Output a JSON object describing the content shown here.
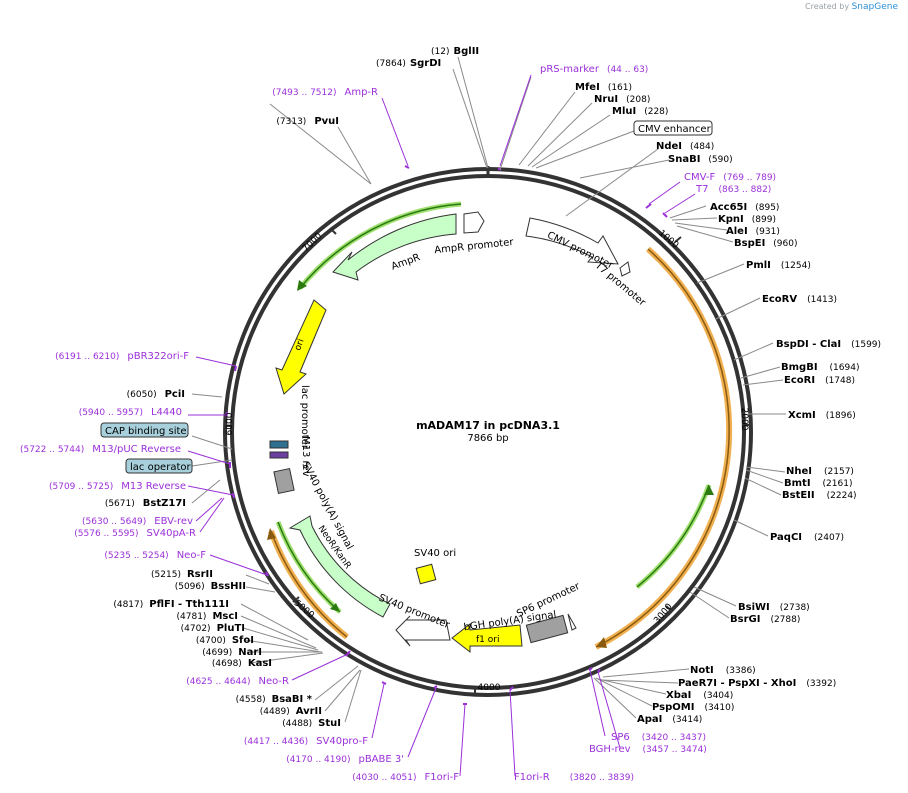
{
  "credit": {
    "prefix": "Created by",
    "brand": "SnapGene"
  },
  "title": "mADAM17 in pcDNA3.1",
  "length_label": "7866 bp",
  "total_bp": 7866,
  "colors": {
    "site": "#000000",
    "primer": "#9b30d9",
    "ring": "#333333",
    "orf_green": "#2a8a1a",
    "orf_orange": "#e8a030",
    "feature_fill": "#c8ffc8",
    "yellow": "#ffff00",
    "gray_box": "#a0a0a0",
    "teal_box": "#a8d0dc"
  },
  "ticks": [
    "1000",
    "2000",
    "3000",
    "4000",
    "5000",
    "6000",
    "7000"
  ],
  "left_labels": [
    {
      "coords": "(7493 .. 7512)",
      "name": "Amp-R",
      "kind": "primer"
    },
    {
      "coords": "(7313)",
      "name": "PvuI",
      "kind": "site"
    },
    {
      "coords": "(6191 .. 6210)",
      "name": "pBR322ori-F",
      "kind": "primer"
    },
    {
      "coords": "(6050)",
      "name": "PciI",
      "kind": "site"
    },
    {
      "coords": "(5940 .. 5957)",
      "name": "L4440",
      "kind": "primer"
    },
    {
      "coords": "",
      "name": "CAP binding site",
      "kind": "boxed"
    },
    {
      "coords": "(5722 .. 5744)",
      "name": "M13/pUC Reverse",
      "kind": "primer"
    },
    {
      "coords": "",
      "name": "lac operator",
      "kind": "boxed"
    },
    {
      "coords": "(5709 .. 5725)",
      "name": "M13 Reverse",
      "kind": "primer"
    },
    {
      "coords": "(5671)",
      "name": "BstZ17I",
      "kind": "site"
    },
    {
      "coords": "(5630 .. 5649)",
      "name": "EBV-rev",
      "kind": "primer"
    },
    {
      "coords": "(5576 .. 5595)",
      "name": "SV40pA-R",
      "kind": "primer"
    },
    {
      "coords": "(5235 .. 5254)",
      "name": "Neo-F",
      "kind": "primer"
    },
    {
      "coords": "(5215)",
      "name": "RsrII",
      "kind": "site"
    },
    {
      "coords": "(5096)",
      "name": "BssHII",
      "kind": "site"
    },
    {
      "coords": "(4817)",
      "name": "PflFI - Tth111I",
      "kind": "site"
    },
    {
      "coords": "(4781)",
      "name": "MscI",
      "kind": "site"
    },
    {
      "coords": "(4702)",
      "name": "PluTI",
      "kind": "site"
    },
    {
      "coords": "(4700)",
      "name": "SfoI",
      "kind": "site"
    },
    {
      "coords": "(4699)",
      "name": "NarI",
      "kind": "site"
    },
    {
      "coords": "(4698)",
      "name": "KasI",
      "kind": "site"
    },
    {
      "coords": "(4625 .. 4644)",
      "name": "Neo-R",
      "kind": "primer"
    },
    {
      "coords": "(4558)",
      "name": "BsaBI *",
      "kind": "site"
    },
    {
      "coords": "(4489)",
      "name": "AvrII",
      "kind": "site"
    },
    {
      "coords": "(4488)",
      "name": "StuI",
      "kind": "site"
    },
    {
      "coords": "(4417 .. 4436)",
      "name": "SV40pro-F",
      "kind": "primer"
    },
    {
      "coords": "(4170 .. 4190)",
      "name": "pBABE 3'",
      "kind": "primer"
    },
    {
      "coords": "(4030 .. 4051)",
      "name": "F1ori-F",
      "kind": "primer"
    }
  ],
  "right_labels": [
    {
      "coords": "(12)",
      "name": "BglII",
      "kind": "site"
    },
    {
      "coords": "(7864)",
      "name": "SgrDI",
      "kind": "site"
    },
    {
      "coords": "(44 .. 63)",
      "name": "pRS-marker",
      "kind": "primer"
    },
    {
      "coords": "(161)",
      "name": "MfeI",
      "kind": "site"
    },
    {
      "coords": "(208)",
      "name": "NruI",
      "kind": "site"
    },
    {
      "coords": "(228)",
      "name": "MluI",
      "kind": "site"
    },
    {
      "coords": "",
      "name": "CMV enhancer",
      "kind": "boxed"
    },
    {
      "coords": "(484)",
      "name": "NdeI",
      "kind": "site"
    },
    {
      "coords": "(590)",
      "name": "SnaBI",
      "kind": "site"
    },
    {
      "coords": "(769 .. 789)",
      "name": "CMV-F",
      "kind": "primer"
    },
    {
      "coords": "(863 .. 882)",
      "name": "T7",
      "kind": "primer"
    },
    {
      "coords": "(895)",
      "name": "Acc65I",
      "kind": "site"
    },
    {
      "coords": "(899)",
      "name": "KpnI",
      "kind": "site"
    },
    {
      "coords": "(931)",
      "name": "AleI",
      "kind": "site"
    },
    {
      "coords": "(960)",
      "name": "BspEI",
      "kind": "site"
    },
    {
      "coords": "(1254)",
      "name": "PmlI",
      "kind": "site"
    },
    {
      "coords": "(1413)",
      "name": "EcoRV",
      "kind": "site"
    },
    {
      "coords": "(1599)",
      "name": "BspDI - ClaI",
      "kind": "site"
    },
    {
      "coords": "(1694)",
      "name": "BmgBI",
      "kind": "site"
    },
    {
      "coords": "(1748)",
      "name": "EcoRI",
      "kind": "site"
    },
    {
      "coords": "(1896)",
      "name": "XcmI",
      "kind": "site"
    },
    {
      "coords": "(2157)",
      "name": "NheI",
      "kind": "site"
    },
    {
      "coords": "(2161)",
      "name": "BmtI",
      "kind": "site"
    },
    {
      "coords": "(2224)",
      "name": "BstEII",
      "kind": "site"
    },
    {
      "coords": "(2407)",
      "name": "PaqCI",
      "kind": "site"
    },
    {
      "coords": "(2738)",
      "name": "BsiWI",
      "kind": "site"
    },
    {
      "coords": "(2788)",
      "name": "BsrGI",
      "kind": "site"
    },
    {
      "coords": "(3386)",
      "name": "NotI",
      "kind": "site"
    },
    {
      "coords": "(3392)",
      "name": "PaeR7I - PspXI - XhoI",
      "kind": "site"
    },
    {
      "coords": "(3404)",
      "name": "XbaI",
      "kind": "site"
    },
    {
      "coords": "(3410)",
      "name": "PspOMI",
      "kind": "site"
    },
    {
      "coords": "(3414)",
      "name": "ApaI",
      "kind": "site"
    },
    {
      "coords": "(3420 .. 3437)",
      "name": "SP6",
      "kind": "primer"
    },
    {
      "coords": "(3457 .. 3474)",
      "name": "BGH-rev",
      "kind": "primer"
    },
    {
      "coords": "(3820 .. 3839)",
      "name": "F1ori-R",
      "kind": "primer"
    }
  ],
  "features": [
    {
      "name": "AmpR promoter",
      "kind": "promoter"
    },
    {
      "name": "AmpR",
      "kind": "orf"
    },
    {
      "name": "CMV promoter",
      "kind": "promoter"
    },
    {
      "name": "T7 promoter",
      "kind": "promoter"
    },
    {
      "name": "ori",
      "kind": "ori"
    },
    {
      "name": "lac promoter",
      "kind": "promoter"
    },
    {
      "name": "M13 rev",
      "kind": "misc"
    },
    {
      "name": "SV40 poly(A) signal",
      "kind": "misc"
    },
    {
      "name": "NeoR/KanR",
      "kind": "orf"
    },
    {
      "name": "SV40 ori",
      "kind": "ori"
    },
    {
      "name": "SV40 promoter",
      "kind": "promoter"
    },
    {
      "name": "SP6 promoter",
      "kind": "promoter"
    },
    {
      "name": "bGH poly(A) signal",
      "kind": "misc"
    },
    {
      "name": "f1 ori",
      "kind": "ori"
    }
  ]
}
